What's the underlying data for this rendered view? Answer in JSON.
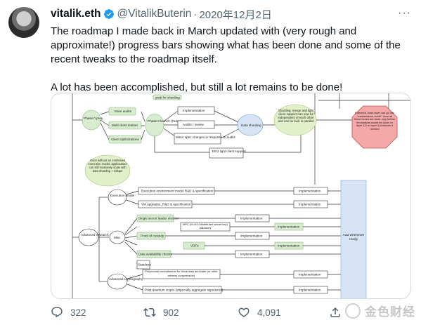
{
  "author": {
    "name": "vitalik.eth",
    "handle": "@VitalikButerin",
    "separator": "·",
    "date": "2020年12月2日",
    "more": "···"
  },
  "tweet": {
    "paragraph1": "The roadmap I made back in March updated with (very rough and approximate!) progress bars showing what has been done and some of the recent tweaks to the roadmap itself.",
    "paragraph2": "A lot has been accomplished, but still a lot remains to be done!"
  },
  "diagram": {
    "nodes": {
      "phase0": "Phase 0 prep",
      "more_audits": "More audits",
      "multi_client": "Multi client testnet",
      "client_opt": "Client optimizations",
      "phase0_launch": "Phase 0 launch (Today)",
      "implementation": "Implementation",
      "audits": "Audits / review",
      "minor_changes": "Minor spec changes in response to audits",
      "eth2_light": "Eth2 light client support",
      "data_sharding": "Data sharding",
      "sharding_note": "Sharding, merge and light client support can now be independent of each other and can be built in parallel",
      "even_without": "Even without an enshrined execution model, applications can still massively scale with data sharding + rollups",
      "red_octagon": "If desired, base layer can go into \"maintenance mode\" once all these boxes are done; any further innovations would be done on layer 1.5 or layer 2 protocols if needed",
      "execution_model": "Execution model",
      "exec_env": "Execution environment model R&D & specification",
      "vm_upgrades": "VM upgrades, R&D & specification",
      "advanced_research": "Advanced research",
      "misc": "Misc",
      "single_secret": "Single secret leader election",
      "mpc": "MPC (M-of-N distributed secret key) validators",
      "proof_custody": "Proof of custody",
      "vdfs": "VDFs",
      "data_avail": "Data availability checks",
      "stateless": "Stateless",
      "advanced_crypto": "Advanced cryptography",
      "polynomial": "Polynomial commitments for block data and state (or other witness compression)",
      "post_quantum": "Post-quantum crypto (especially aggregate signatures)",
      "add_ready": "Add whenever ready",
      "grab_sharding": "grab for sharding"
    }
  },
  "actions": {
    "reply_count": "322",
    "retweet_count": "902",
    "like_count": "4,091"
  },
  "watermark": {
    "text": "金色财经"
  },
  "colors": {
    "text": "#0f1419",
    "secondary": "#536471",
    "verified": "#1d9bf0",
    "green_box": "#d8eccf",
    "red_box": "#f4a8a8",
    "blue_box": "#d6e4f5"
  }
}
